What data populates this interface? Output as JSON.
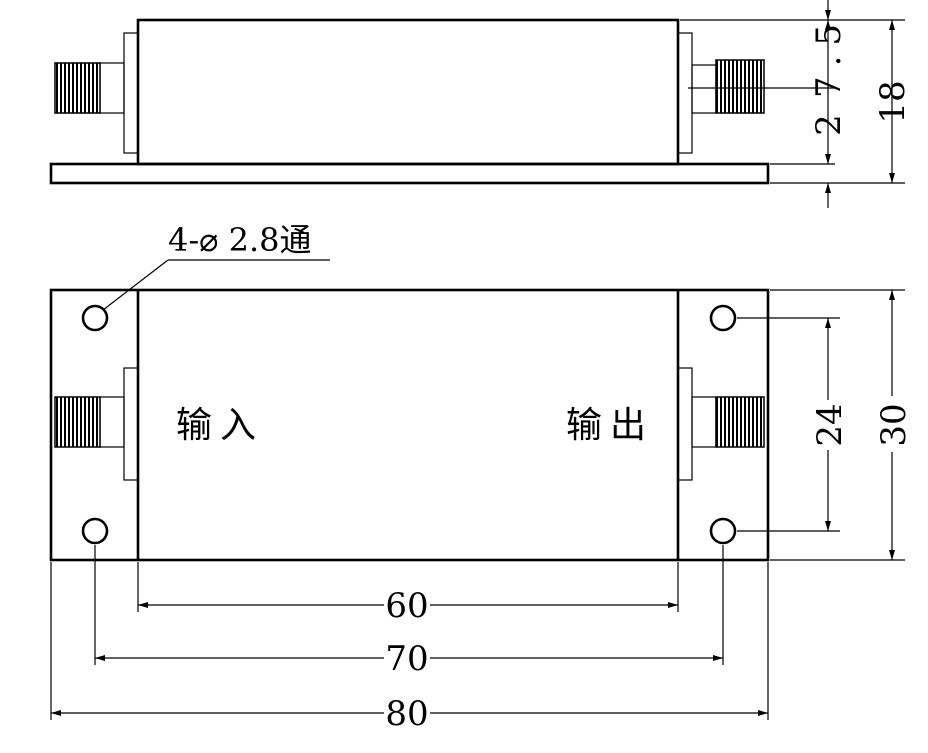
{
  "hole_note": "4-⌀ 2.8通",
  "labels": {
    "input": "输入",
    "output": "输出"
  },
  "side_dims": {
    "d1": "7.5",
    "d2": "2",
    "d3": "18"
  },
  "top_dims": {
    "d1": "24",
    "d2": "30",
    "d3": "60",
    "d4": "70",
    "d5": "80"
  }
}
